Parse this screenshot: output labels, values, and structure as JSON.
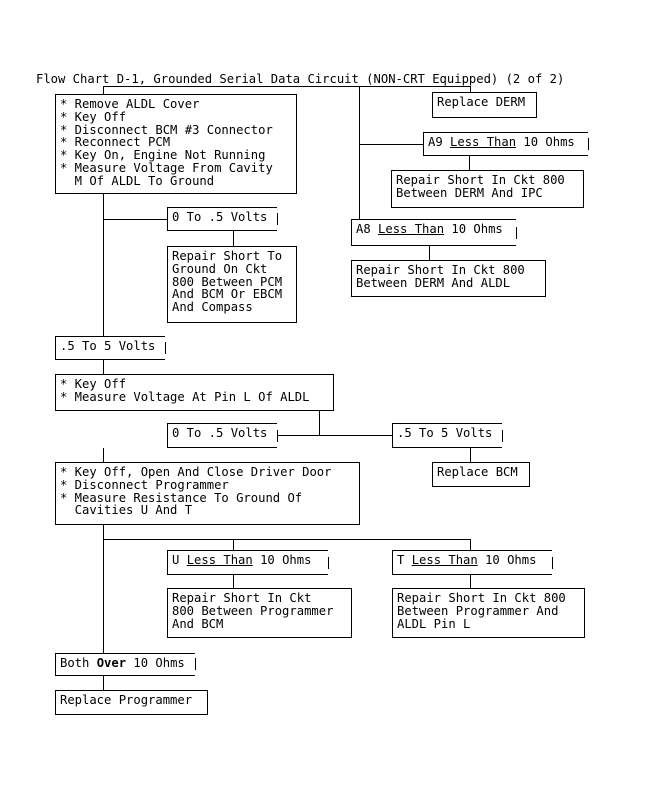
{
  "title": "Flow Chart D-1, Grounded Serial Data Circuit (NON-CRT Equipped) (2 of 2)",
  "left": {
    "step1": "* Remove ALDL Cover\n* Key Off\n* Disconnect BCM #3 Connector\n* Reconnect PCM\n* Key On, Engine Not Running\n* Measure Voltage From Cavity\n  M Of ALDL To Ground",
    "zero_to_half_volts_a": "0 To .5 Volts",
    "repair_pcm_bcm": "Repair Short To\nGround On Ckt\n800 Between PCM\nAnd BCM Or EBCM\nAnd Compass",
    "half_to_five_volts_a": ".5 To 5 Volts",
    "step2": "* Key Off\n* Measure Voltage At Pin L Of ALDL",
    "zero_to_half_volts_b": "0 To .5 Volts",
    "half_to_five_volts_b": ".5 To 5 Volts",
    "replace_bcm": "Replace BCM",
    "step3": "* Key Off, Open And Close Driver Door\n* Disconnect Programmer\n* Measure Resistance To Ground Of\n  Cavities U And T",
    "u_prefix": "U ",
    "u_lt": "Less Than",
    "u_suffix": " 10 Ohms",
    "t_prefix": "T ",
    "t_lt": "Less Than",
    "t_suffix": " 10 Ohms",
    "repair_programmer_bcm": "Repair Short In Ckt\n800 Between Programmer\nAnd BCM",
    "repair_programmer_aldl": "Repair Short In Ckt 800\nBetween Programmer And\nALDL Pin L",
    "both_prefix": "Both ",
    "both_over": "Over",
    "both_suffix": " 10 Ohms",
    "replace_programmer": "Replace Programmer"
  },
  "right": {
    "replace_derm": "Replace DERM",
    "a9_prefix": "A9 ",
    "a9_lt": "Less Than",
    "a9_suffix": " 10 Ohms",
    "repair_derm_ipc": "Repair Short In Ckt 800\nBetween DERM And IPC",
    "a8_prefix": "A8 ",
    "a8_lt": "Less Than",
    "a8_suffix": " 10 Ohms",
    "repair_derm_aldl": "Repair Short In Ckt 800\nBetween DERM And ALDL"
  }
}
